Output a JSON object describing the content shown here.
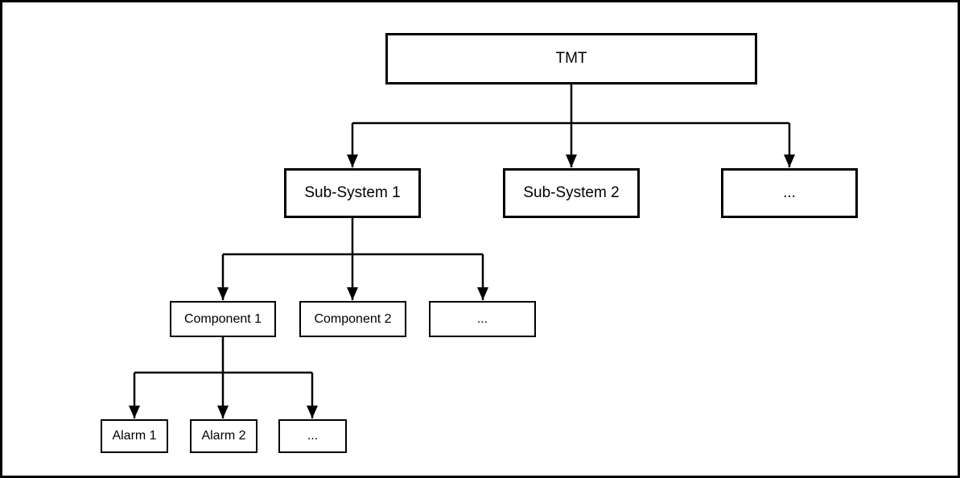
{
  "diagram": {
    "nodes": {
      "root": {
        "label": "TMT"
      },
      "level2": [
        {
          "label": "Sub-System 1"
        },
        {
          "label": "Sub-System 2"
        },
        {
          "label": "..."
        }
      ],
      "level3": [
        {
          "label": "Component 1"
        },
        {
          "label": "Component 2"
        },
        {
          "label": "..."
        }
      ],
      "level4": [
        {
          "label": "Alarm 1"
        },
        {
          "label": "Alarm 2"
        },
        {
          "label": "..."
        }
      ]
    },
    "colors": {
      "line": "#000000",
      "box_border": "#000000",
      "box_fill": "#ffffff",
      "background": "#ffffff",
      "text": "#000000"
    }
  }
}
